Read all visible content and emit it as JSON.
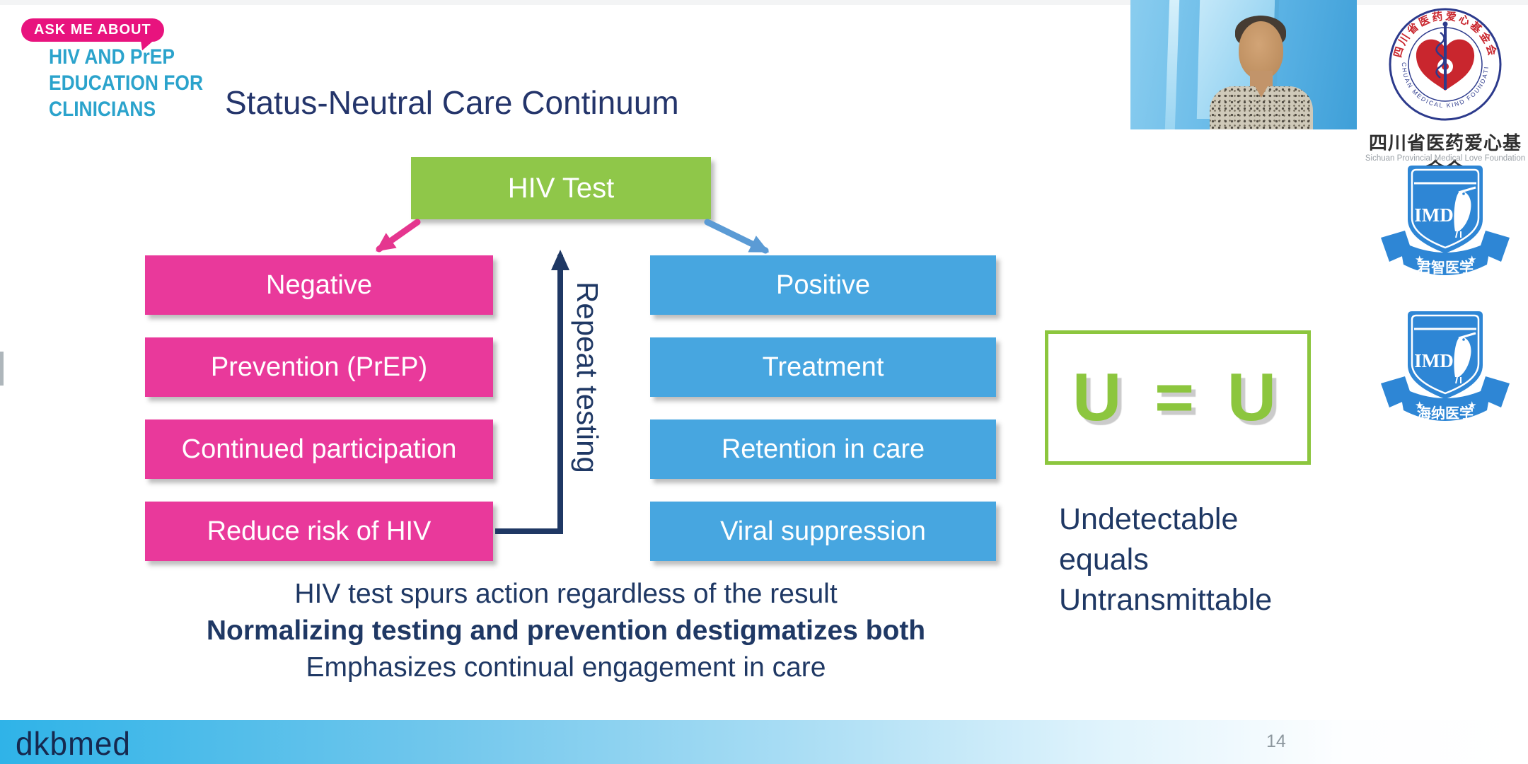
{
  "colors": {
    "pink_box": "#E9399B",
    "blue_box": "#47A6E0",
    "green_box": "#8FC749",
    "navy_text": "#1F3864",
    "title_navy": "#24356B",
    "brand_pink": "#E8137E",
    "brand_cyan": "#2BA3CC",
    "uu_green": "#8CC63E",
    "pink_arrow": "#E5368F",
    "blue_arrow": "#5B9BD5",
    "shield_blue": "#2E86D5",
    "seal_red": "#C9262E",
    "seal_navy": "#2C3A8C",
    "footer_blue": "#2FB3E8",
    "page_gray": "#8C979E"
  },
  "branding": {
    "bubble": "ASK ME ABOUT",
    "line1": "HIV AND PrEP",
    "line2": "EDUCATION FOR",
    "line3": "CLINICIANS"
  },
  "slide": {
    "title": "Status-Neutral Care Continuum",
    "root_box": "HIV Test",
    "left_column": [
      "Negative",
      "Prevention (PrEP)",
      "Continued participation",
      "Reduce risk of HIV"
    ],
    "right_column": [
      "Positive",
      "Treatment",
      "Retention in care",
      "Viral suppression"
    ],
    "arrow_label": "Repeat testing",
    "uu": {
      "equation": "U = U",
      "caption": [
        "Undetectable",
        "equals",
        "Untransmittable"
      ]
    },
    "summary": [
      {
        "text": "HIV test spurs action regardless of the result",
        "emphasis": "normal"
      },
      {
        "text": "Normalizing testing and prevention destigmatizes both",
        "emphasis": "bold"
      },
      {
        "text": "Emphasizes continual engagement in care",
        "emphasis": "normal"
      }
    ]
  },
  "sponsors": {
    "seal": {
      "ring_top": "四川省医药爱心基金会",
      "ring_bottom": "SICHUAN MEDICAL KIND FOUNDATION",
      "name_cn": "四川省医药爱心基金会",
      "name_en": "Sichuan Provincial Medical Love Foundation"
    },
    "badges": [
      {
        "label": "IMD",
        "ribbon": "君智医学",
        "star_icon": "★"
      },
      {
        "label": "IMD",
        "ribbon": "海纳医学",
        "star_icon": "★"
      }
    ]
  },
  "footer": {
    "logo": "dkbmed",
    "page_number": "14"
  }
}
